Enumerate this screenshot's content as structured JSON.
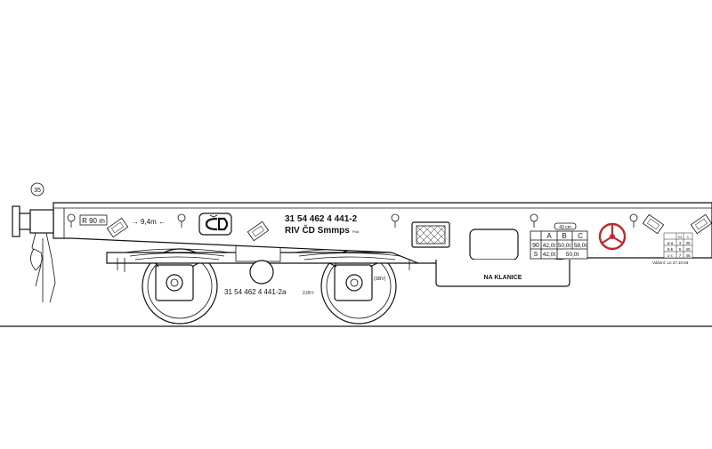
{
  "wagon": {
    "number_main": "31 54 462 4 441-2",
    "riv_class": "RIV ČD Smmps",
    "riv_suffix": "Pod",
    "number_frame": "31 54 462 4 441-2a",
    "number_frame_suffix": "2,00 t",
    "brake_tag": "(SBV)",
    "curve_radius": "R 90 m",
    "length_mark": "9,4m",
    "length_mark_left": "→",
    "length_mark_right": "←",
    "badge_number": "35",
    "load_mark": "43 cm",
    "plate_label": "NA KLANICE",
    "revision_note": "Vážení: Ln 27.10.93"
  },
  "load_table": {
    "headers": [
      "A",
      "B",
      "C"
    ],
    "rows": [
      {
        "speed": "90",
        "values": [
          "42,0t",
          "50,0t",
          "58,0t"
        ]
      },
      {
        "speed": "S",
        "values": [
          "42,0t",
          "50,0t"
        ]
      }
    ]
  },
  "side_table": {
    "rows": [
      [
        "",
        "m",
        "t"
      ],
      [
        "a-a",
        "3",
        "35"
      ],
      [
        "b-b",
        "5",
        "40"
      ],
      [
        "c-c",
        "7",
        "45"
      ]
    ]
  },
  "colors": {
    "line": "#111111",
    "handwheel": "#c0282d",
    "background": "#ffffff"
  }
}
